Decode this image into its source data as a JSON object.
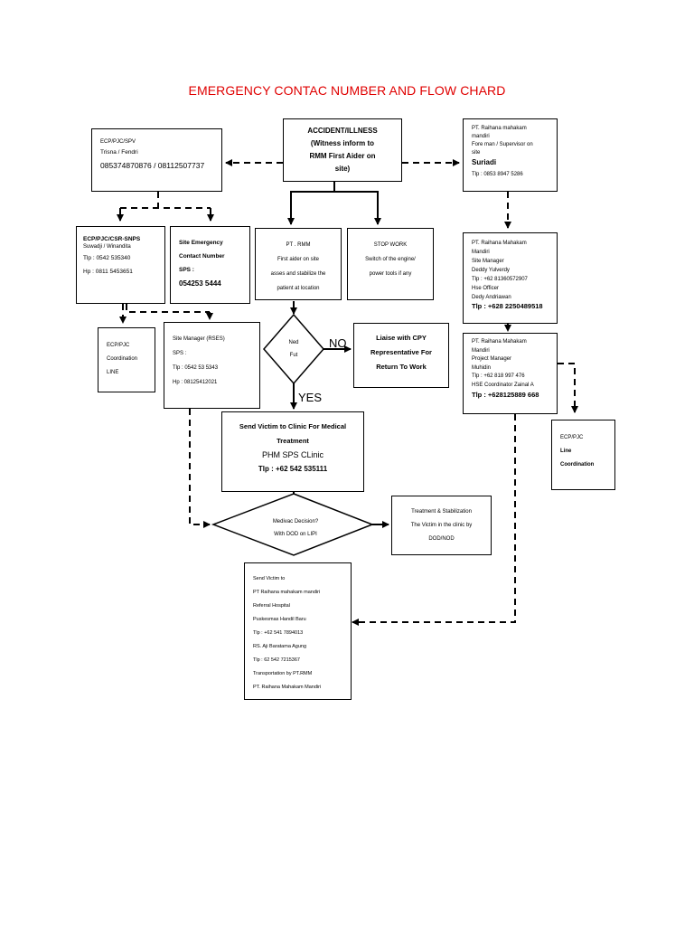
{
  "title": "EMERGENCY CONTAC NUMBER AND FLOW CHARD",
  "accident": {
    "l1": "ACCIDENT/ILLNESS",
    "l2": "(Witness inform to",
    "l3": "RMM First Aider on",
    "l4": "site)"
  },
  "ecp_spv": {
    "l1": "ECP/PJC/SPV",
    "l2": "Trisna / Fendri",
    "l3": "085374870876 / 08112507737"
  },
  "rmm_foreman": {
    "l1": "PT. Raihana mahakam",
    "l2": "mandiri",
    "l3": "Fore man / Supervisor on",
    "l4": "site",
    "l5": "Suriadi",
    "l6": "Tlp : 0853 8947 5286"
  },
  "ecp_csr": {
    "l1": "ECP/PJC/CSR-SNPS",
    "l2": "Suwadji  / Winandita",
    "l3": "Tlp : 0542 535340",
    "l4": "Hp : 0811 5453651"
  },
  "site_emergency": {
    "l1": "Site Emergency",
    "l2": "Contact Number",
    "l3": "SPS :",
    "l4": "054253 5444"
  },
  "pt_rmm": {
    "l1": "PT . RMM",
    "l2": "First aider on site",
    "l3": "asses and stabilize the",
    "l4": "patient at location"
  },
  "stop_work": {
    "l1": "STOP WORK",
    "l2": "Switch of the engine/",
    "l3": "power tools if any"
  },
  "rmm_site_manager": {
    "l1": "PT. Raihana Mahakam",
    "l2": "Mandiri",
    "l3": "Site Manager",
    "l4": "Deddy Yulverdy",
    "l5": "Tlp : +62 81360572907",
    "l6": "Hse Officer",
    "l7": "Dedy Andriawan",
    "l8": "Tlp : +628 2250489518"
  },
  "ecp_coord": {
    "l1": "ECP/PJC",
    "l2": "Coordination",
    "l3": "LINE"
  },
  "site_manager_rses": {
    "l1": "Site Manager (RSES)",
    "l2": "SPS :",
    "l3": "Tlp : 0542 53 5343",
    "l4": "Hp : 08125412021"
  },
  "decision1": {
    "l1": "Ned",
    "l2": "Fut"
  },
  "no_label": "NO",
  "yes_label": "YES",
  "liaise": {
    "l1": "Liaise with CPY",
    "l2": "Representative For",
    "l3": "Return To Work"
  },
  "rmm_pm": {
    "l1": "PT. Raihana Mahakam",
    "l2": "Mandiri",
    "l3": "Project Manager",
    "l4": "Muhidin",
    "l5": "Tlp : +62 818 997 476",
    "l6": "HSE Coordinator Zainal A",
    "l7": "Tlp : +628125889 668"
  },
  "ecp_line": {
    "l1": "ECP/PJC",
    "l2": "Line",
    "l3": "Coordination"
  },
  "clinic": {
    "l1": "Send Victim to Clinic For Medical",
    "l2": "Treatment",
    "l3": "PHM SPS CLinic",
    "l4": "Tlp : +62 542 535111"
  },
  "medivac": {
    "l1": "Medivac Decision?",
    "l2": "With DOD on LIPI"
  },
  "treatment": {
    "l1": "Treatment & Stabilization",
    "l2": "The Victim in the clinic by",
    "l3": "DOD/NOD"
  },
  "referral": {
    "l1": "Send Victim to",
    "l2": "PT Raihana mahakam mandiri",
    "l3": "Referral Hospital",
    "l4": "Puskesmas Handil Baru",
    "l5": "Tlp : +62 541 7894013",
    "l6": "RS. Aji Baratama Agung",
    "l7": "Tlp : 62 542 7215367",
    "l8": "Transportation by PT.RMM",
    "l9": "PT. Raihana Mahakam Mandiri"
  }
}
